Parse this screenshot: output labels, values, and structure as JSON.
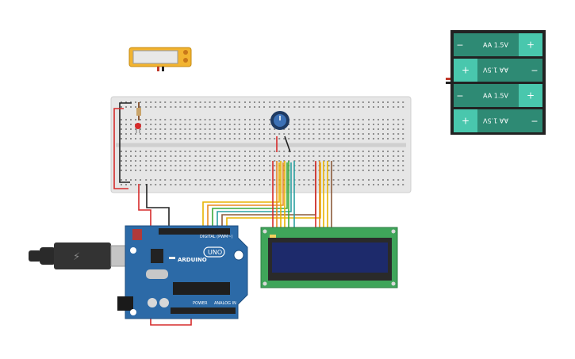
{
  "battery": {
    "cells": [
      {
        "label": "AA 1.5V",
        "minus": "−",
        "plus": "+",
        "flipped": false
      },
      {
        "label": "AA 1.5V",
        "minus": "−",
        "plus": "+",
        "flipped": true
      },
      {
        "label": "AA 1.5V",
        "minus": "−",
        "plus": "+",
        "flipped": false
      },
      {
        "label": "AA 1.5V",
        "minus": "−",
        "plus": "+",
        "flipped": true
      }
    ]
  },
  "arduino": {
    "brand": "ARDUINO",
    "model": "UNO",
    "digital_label": "DIGITAL (PWM~)",
    "power_label": "POWER",
    "analog_label": "ANALOG IN"
  },
  "colors": {
    "breadboard": "#e6e6e6",
    "arduino_board": "#2c6aa7",
    "lcd_board": "#3fa55a",
    "lcd_screen": "#1d2a6b",
    "battery_body": "#2e8a74",
    "battery_plus": "#49c7ad",
    "wire_red": "#d62b2b",
    "wire_black": "#222222",
    "wire_yellow": "#e8b400",
    "wire_orange": "#e88a20",
    "wire_green": "#3aaa3a",
    "wire_teal": "#2aa0a0",
    "wire_brown": "#8a5a3a",
    "multimeter": "#f2b431"
  }
}
